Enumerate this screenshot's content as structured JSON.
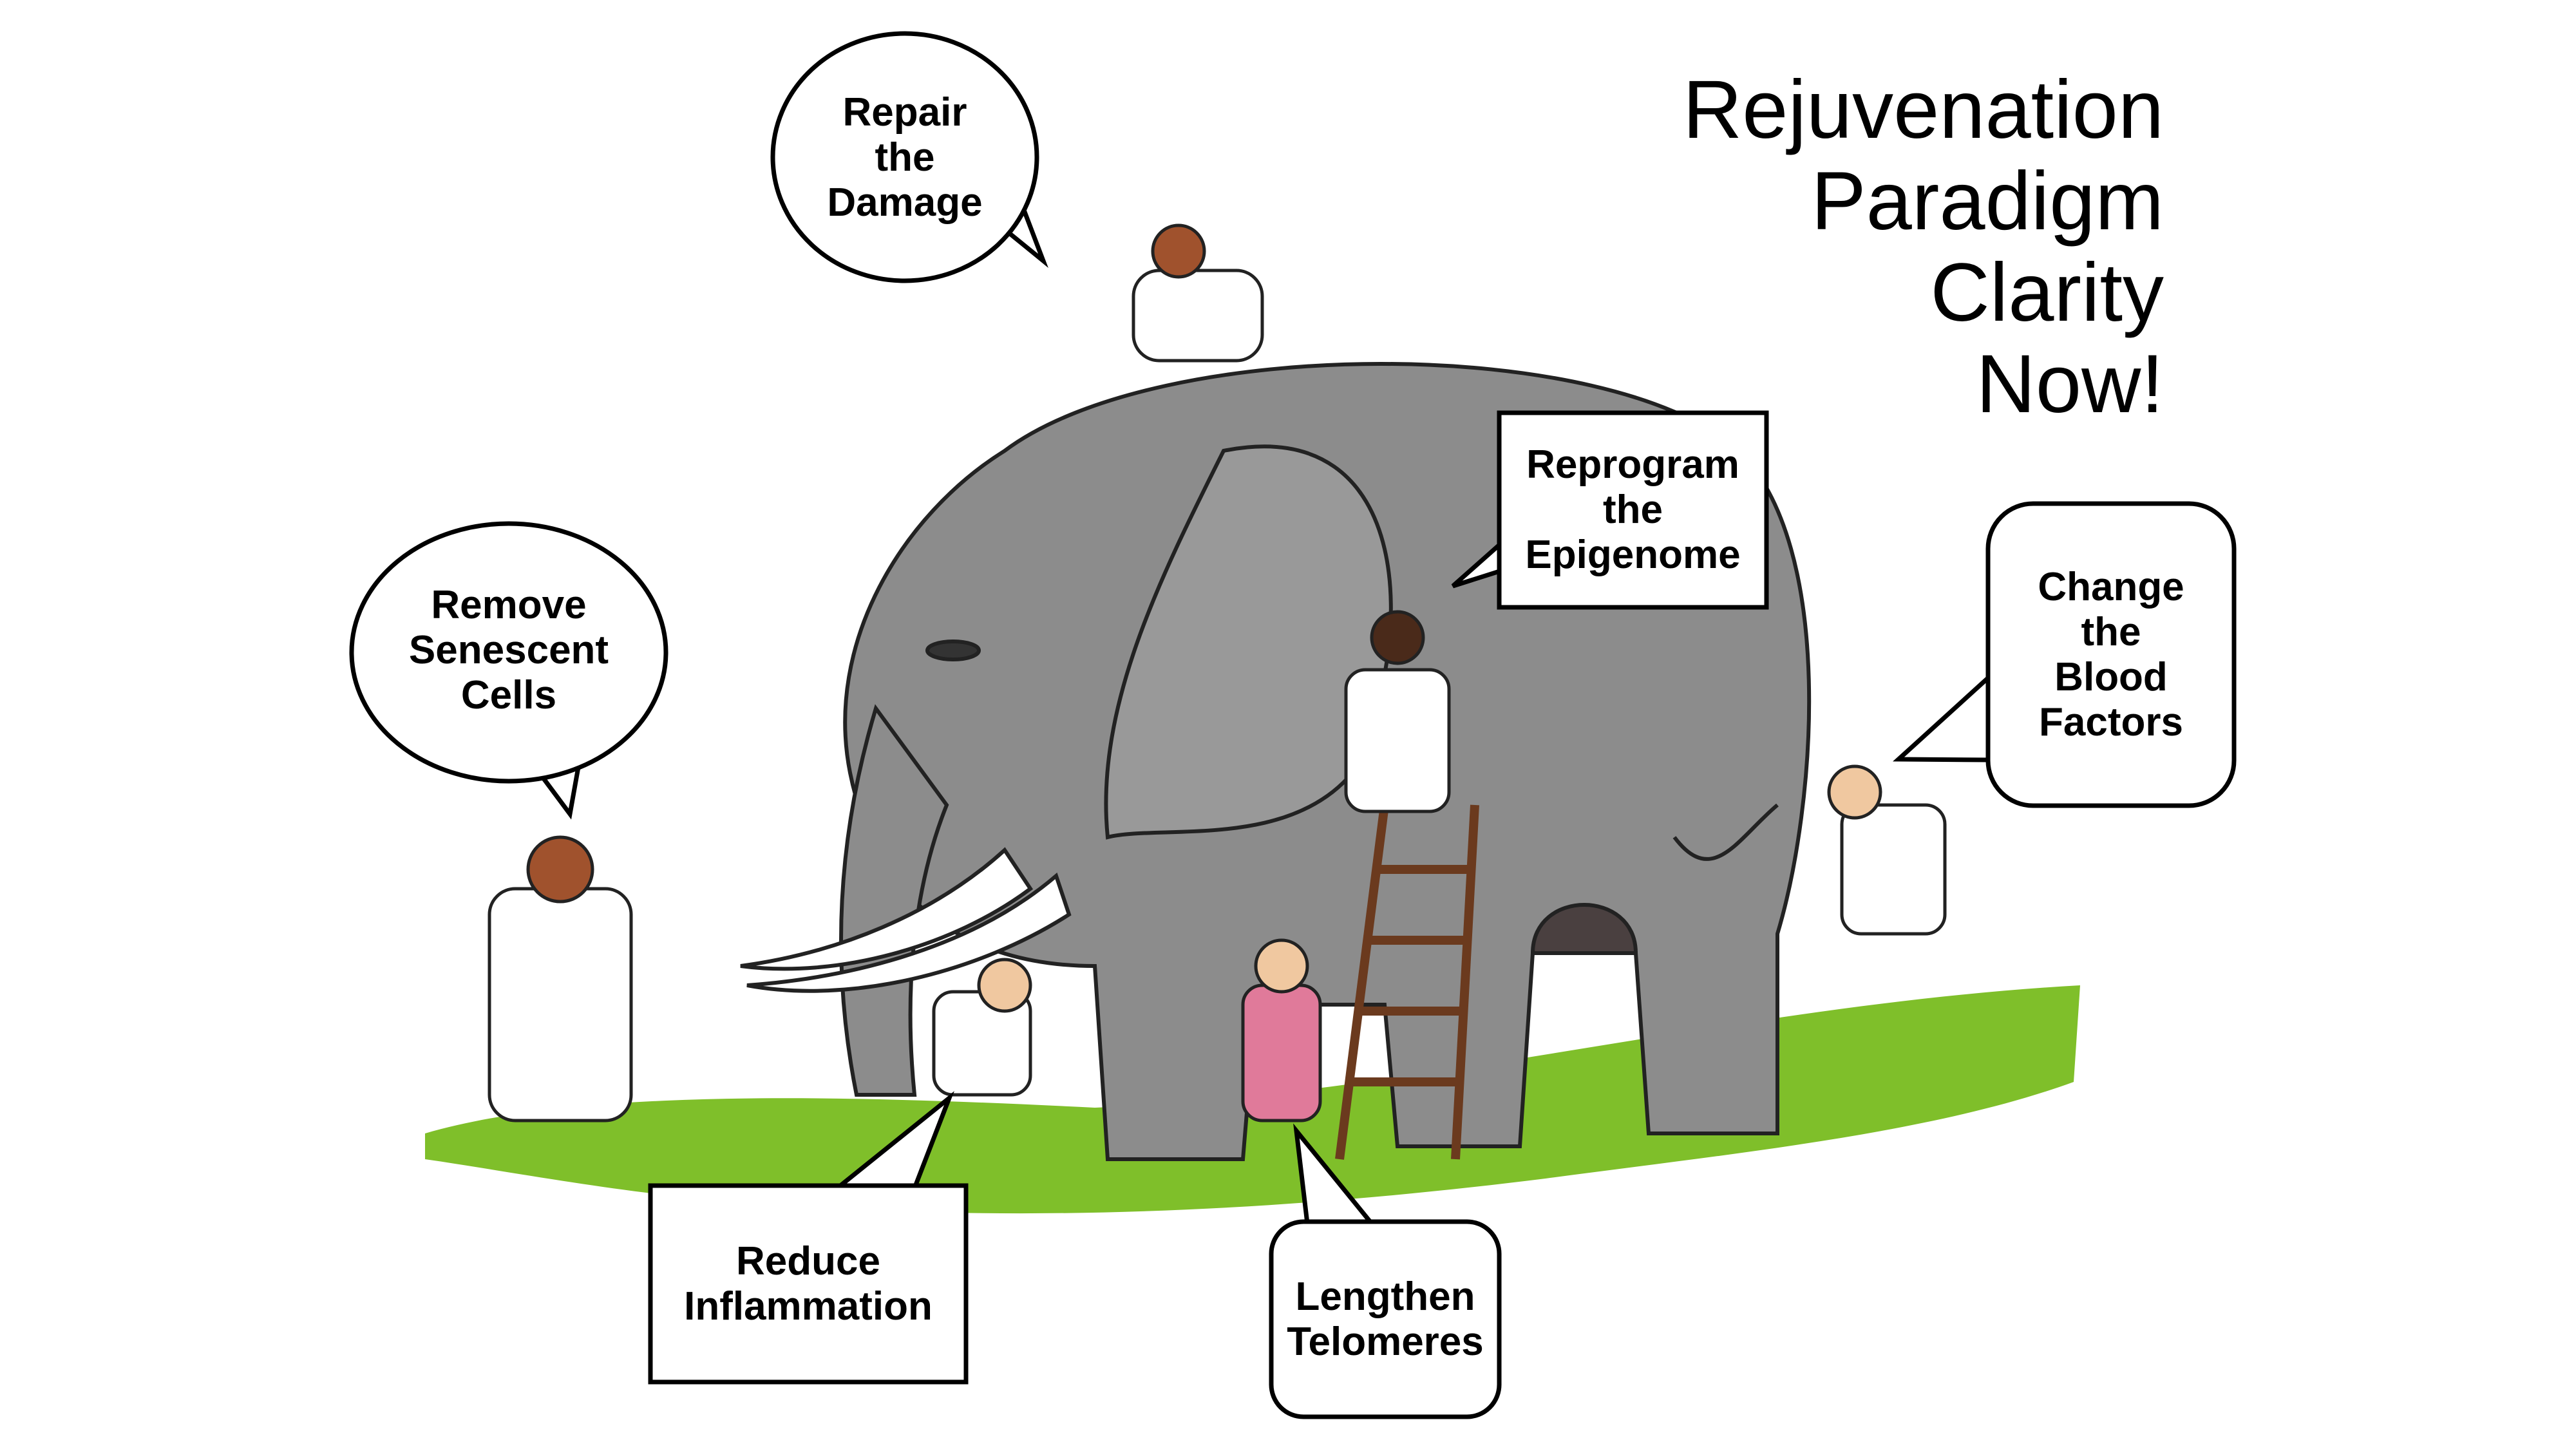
{
  "title": {
    "lines": [
      "Rejuvenation",
      "Paradigm",
      "Clarity",
      "Now!"
    ]
  },
  "bubbles": {
    "repair": [
      "Repair",
      "the",
      "Damage"
    ],
    "senescent": [
      "Remove",
      "Senescent",
      "Cells"
    ],
    "epigenome": [
      "Reprogram",
      "the",
      "Epigenome"
    ],
    "blood": [
      "Change",
      "the",
      "Blood",
      "Factors"
    ],
    "inflammation": [
      "Reduce",
      "Inflammation"
    ],
    "telomeres": [
      "Lengthen",
      "Telomeres"
    ]
  },
  "colors": {
    "elephant": "#8c8c8c",
    "grass": "#7fbf2a",
    "coat": "#ffffff"
  }
}
